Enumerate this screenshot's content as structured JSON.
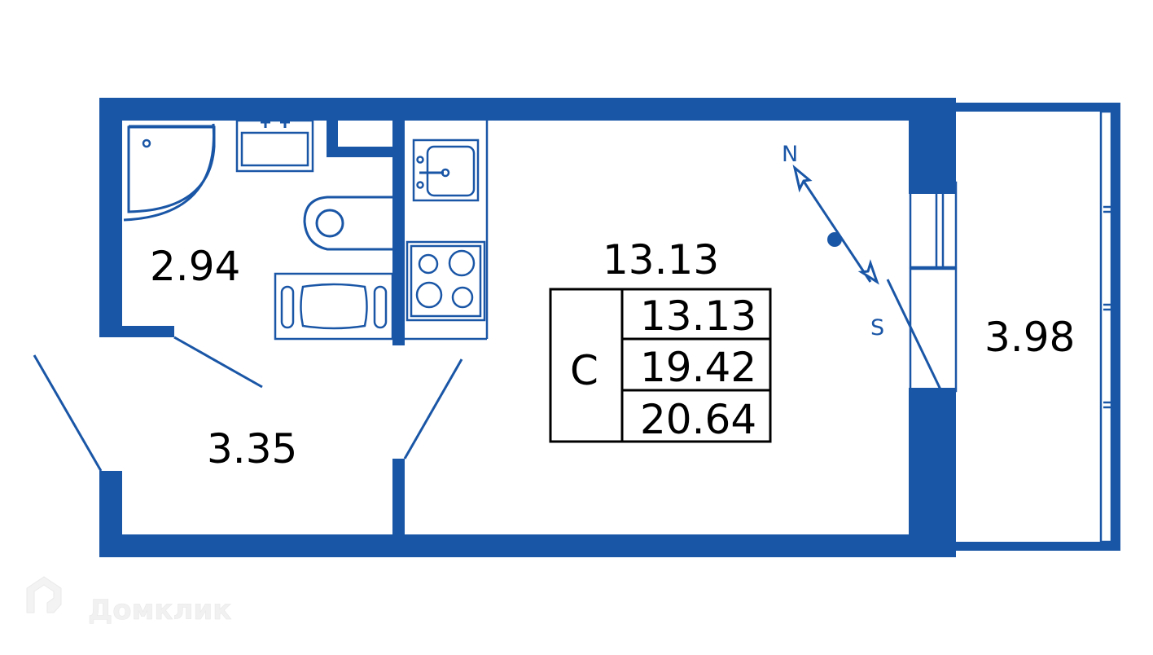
{
  "plan": {
    "rooms": [
      {
        "id": "bathroom",
        "area": "2.94"
      },
      {
        "id": "hallway",
        "area": "3.35"
      },
      {
        "id": "studio",
        "area": "13.13"
      },
      {
        "id": "balcony",
        "area": "3.98"
      }
    ],
    "summary": {
      "type_label": "С",
      "living_area": "13.13",
      "total_area_no_balcony": "19.42",
      "total_area": "20.64"
    },
    "compass": {
      "north": "N",
      "south": "S"
    },
    "watermark": "Домклик"
  },
  "colors": {
    "wall": "#1a56a6",
    "text": "#000000",
    "watermark": "#f2f2f2"
  }
}
